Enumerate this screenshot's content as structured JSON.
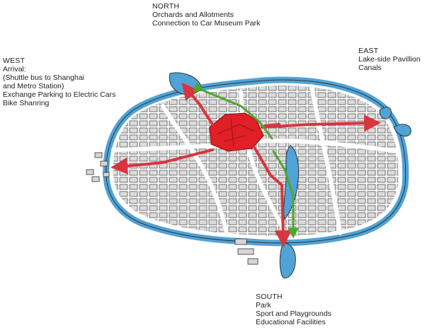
{
  "north": {
    "heading": "NORTH",
    "lines": [
      "Orchards and Allotments",
      "Connection to Car Museum Park"
    ]
  },
  "west": {
    "heading": "WEST",
    "lines": [
      "Arrival:",
      "(Shuttle bus to Shanghai",
      "and Metro Station)",
      "Exchange Parking to Electric Cars",
      "Bike Shanring"
    ]
  },
  "east": {
    "heading": "EAST",
    "lines": [
      "Lake-side Pavillion",
      "Canals"
    ]
  },
  "south": {
    "heading": "SOUTH",
    "lines": [
      "Park",
      "Sport and Playgrounds",
      "Educational Facilities"
    ]
  },
  "colors": {
    "water": "#4fa3d6",
    "center": "#e01f26",
    "red_arrow": "#d9343f",
    "green_path": "#4ea72c",
    "building": "#cfcfcf",
    "outline": "#333333"
  }
}
